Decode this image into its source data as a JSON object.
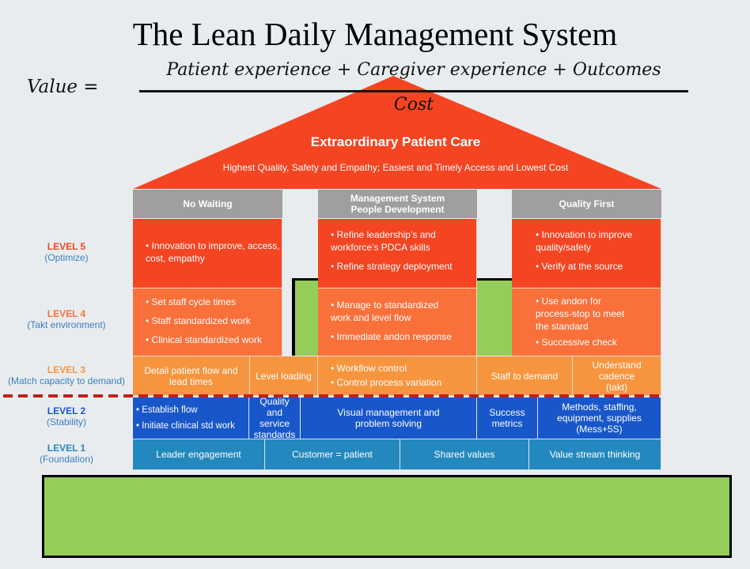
{
  "title": "The Lean Daily Management System",
  "formula": {
    "lhs": "Value =",
    "numerator": "Patient experience + Caregiver experience + Outcomes",
    "denominator": "Cost"
  },
  "roof": {
    "title": "Extraordinary Patient Care",
    "subtitle": "Highest Quality, Safety and Empathy; Easiest and Timely Access and Lowest Cost",
    "color": "#f54421"
  },
  "pillars": [
    {
      "header": "No Waiting",
      "level5": [
        "Innovation to improve, access, cost, empathy"
      ],
      "level4": [
        "Set staff cycle times",
        "Staff standardized work",
        "Clinical standardized work"
      ]
    },
    {
      "header": "Management System People Development",
      "level5": [
        "Refine leadership’s and workforce’s PDCA skills",
        "Refine strategy deployment"
      ],
      "level4": [
        "Manage to standardized work and level flow",
        "Immediate andon response"
      ]
    },
    {
      "header": "Quality First",
      "level5": [
        "Innovation to improve quality/safety",
        "Verify at the source"
      ],
      "level4": [
        "Use andon for process-stop to meet the standard",
        "Successive check"
      ]
    }
  ],
  "levels": [
    {
      "name": "LEVEL 5",
      "desc": "(Optimize)",
      "color": "#f54421"
    },
    {
      "name": "LEVEL 4",
      "desc": "(Takt environment)",
      "color": "#fa703a"
    },
    {
      "name": "LEVEL 3",
      "desc": "(Match capacity to demand)",
      "color": "#f7953f"
    },
    {
      "name": "LEVEL 2",
      "desc": "(Stability)",
      "color": "#1857c9"
    },
    {
      "name": "LEVEL 1",
      "desc": "(Foundation)",
      "color": "#2388bd"
    }
  ],
  "level3_cells": [
    "Detail patient flow and lead times",
    "Level loading",
    "Workflow control",
    "Control process variation",
    "Staff to demand",
    "Understand cadence (takt)"
  ],
  "level2_cells": [
    "Establish flow",
    "Initiate clinical std work",
    "Quality and service standards",
    "Visual management and problem solving",
    "Success metrics",
    "Methods, staffing, equipment, supplies (Mess+5S)"
  ],
  "level1_cells": [
    "Leader engagement",
    "Customer = patient",
    "Shared values",
    "Value stream thinking"
  ],
  "overlay_color": "#94cd5a"
}
